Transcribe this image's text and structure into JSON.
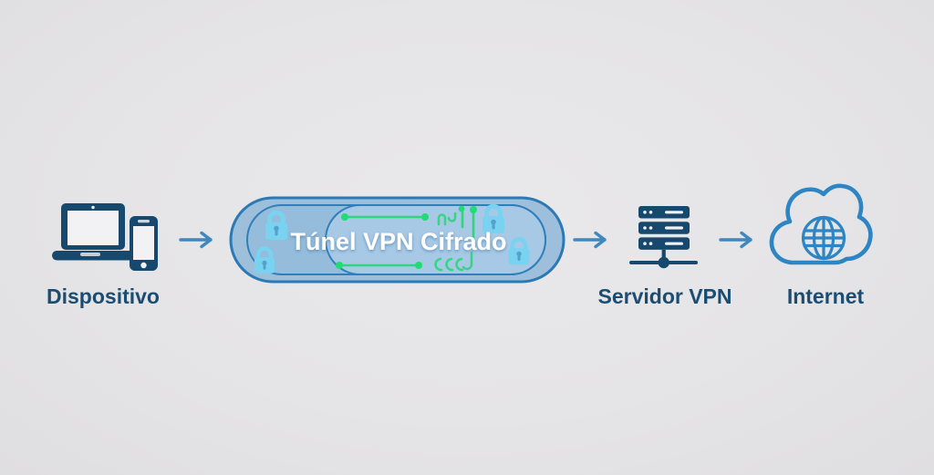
{
  "diagram": {
    "type": "vpn-flow-diagram",
    "flow_description": "Device connects through an encrypted VPN tunnel to a VPN server and then to the Internet",
    "nodes": [
      {
        "id": "device",
        "label": "Dispositivo",
        "icon": "laptop-and-phone-icon"
      },
      {
        "id": "vpn-tunnel",
        "label": "Túnel VPN Cifrado",
        "icon": "tunnel-capsule",
        "decorations": [
          "lock-icon",
          "lock-icon",
          "lock-icon",
          "lock-icon",
          "circuit-trace-lines",
          "encrypted-data-glyphs"
        ]
      },
      {
        "id": "vpn-server",
        "label": "Servidor VPN",
        "icon": "server-stack-icon"
      },
      {
        "id": "internet",
        "label": "Internet",
        "icon": "cloud-globe-icon"
      }
    ],
    "connectors": [
      "arrow-right",
      "arrow-right",
      "arrow-right"
    ],
    "colors": {
      "background": "#e5e4e6",
      "icon_navy": "#17496e",
      "label_navy": "#1b4d72",
      "arrow_blue": "#3f87bd",
      "tunnel_stroke": "#2b79b5",
      "tunnel_fill": "#79aad8",
      "tunnel_inner_fill": "#a9cbe8",
      "lock_cyan": "#79d2ef",
      "circuit_green": "#2fd67e",
      "tunnel_text": "#ffffff",
      "cloud_blue": "#2d85c3"
    }
  }
}
